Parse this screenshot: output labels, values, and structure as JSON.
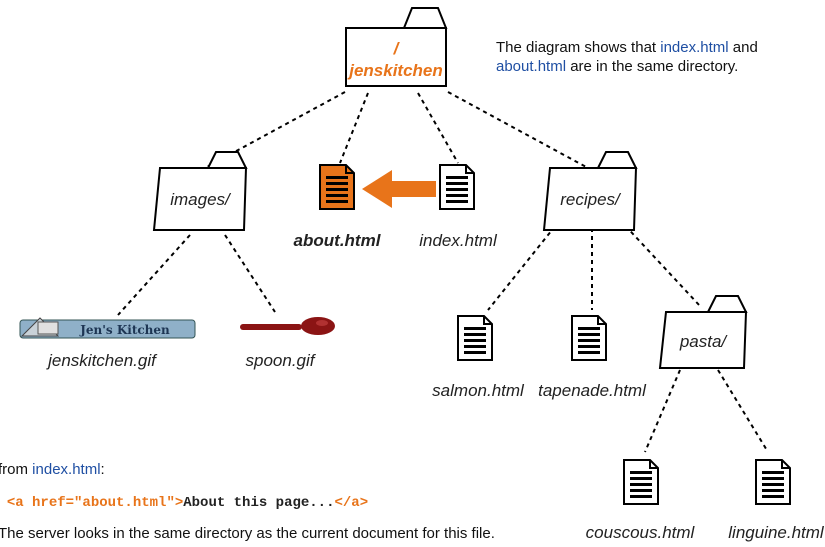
{
  "root": {
    "slash": "/",
    "name": "jenskitchen"
  },
  "folders": {
    "images": "images/",
    "recipes": "recipes/",
    "pasta": "pasta/"
  },
  "files": {
    "about": "about.html",
    "index": "index.html",
    "jenskitchen_gif": "jenskitchen.gif",
    "spoon_gif": "spoon.gif",
    "salmon": "salmon.html",
    "tapenade": "tapenade.html",
    "couscous": "couscous.html",
    "linguine": "linguine.html"
  },
  "logo_text": "Jen's Kitchen",
  "note": {
    "text1": "The diagram shows that ",
    "link1": "index.html",
    "text2": " and",
    "link2": "about.html",
    "text3": " are in the same directory."
  },
  "code_block": {
    "from_text": "from ",
    "from_file": "index.html",
    "colon": ":",
    "open_tag": "<a href=\"about.html\">",
    "link_text": "About this page...",
    "close_tag": "</a>"
  },
  "footer": "The server looks in the same directory as the current document for this file.",
  "colors": {
    "accent": "#e8741a",
    "link": "#1f4fa3"
  }
}
